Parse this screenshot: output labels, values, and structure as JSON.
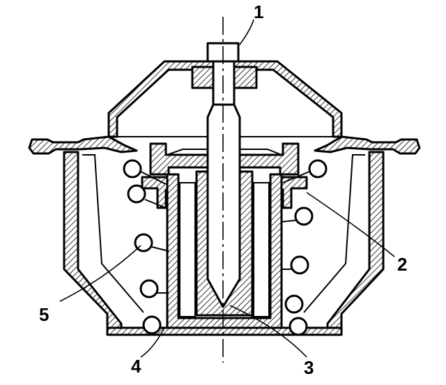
{
  "callouts": [
    {
      "id": "1",
      "text": "1"
    },
    {
      "id": "2",
      "text": "2"
    },
    {
      "id": "3",
      "text": "3"
    },
    {
      "id": "4",
      "text": "4"
    },
    {
      "id": "5",
      "text": "5"
    }
  ],
  "colors": {
    "line": "#000000",
    "background": "#ffffff"
  }
}
